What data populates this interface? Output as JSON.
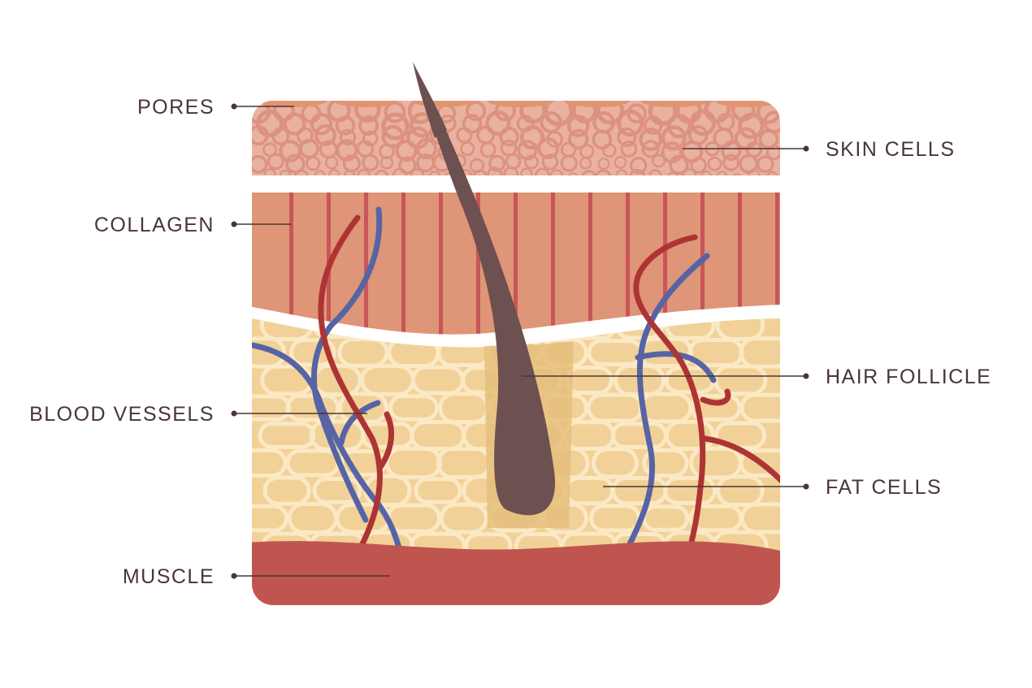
{
  "labels": {
    "pores": "PORES",
    "skin_cells": "SKIN CELLS",
    "collagen": "COLLAGEN",
    "hair_follicle": "HAIR FOLLICLE",
    "blood_vessels": "BLOOD VESSELS",
    "fat_cells": "FAT CELLS",
    "muscle": "MUSCLE"
  },
  "colors": {
    "epidermis": "#e9b1a0",
    "skin_cell": "#dc927f",
    "pore_band": "#e19472",
    "collagen": "#df9577",
    "collagen_stripe": "#c85658",
    "fat": "#f1d197",
    "fat_outline": "#fbe8c4",
    "follicle_sheath": "#e5be7b",
    "hair": "#6d5050",
    "artery": "#ae3434",
    "vein": "#5664a6",
    "muscle": "#c0554f",
    "text": "#4a3535"
  }
}
